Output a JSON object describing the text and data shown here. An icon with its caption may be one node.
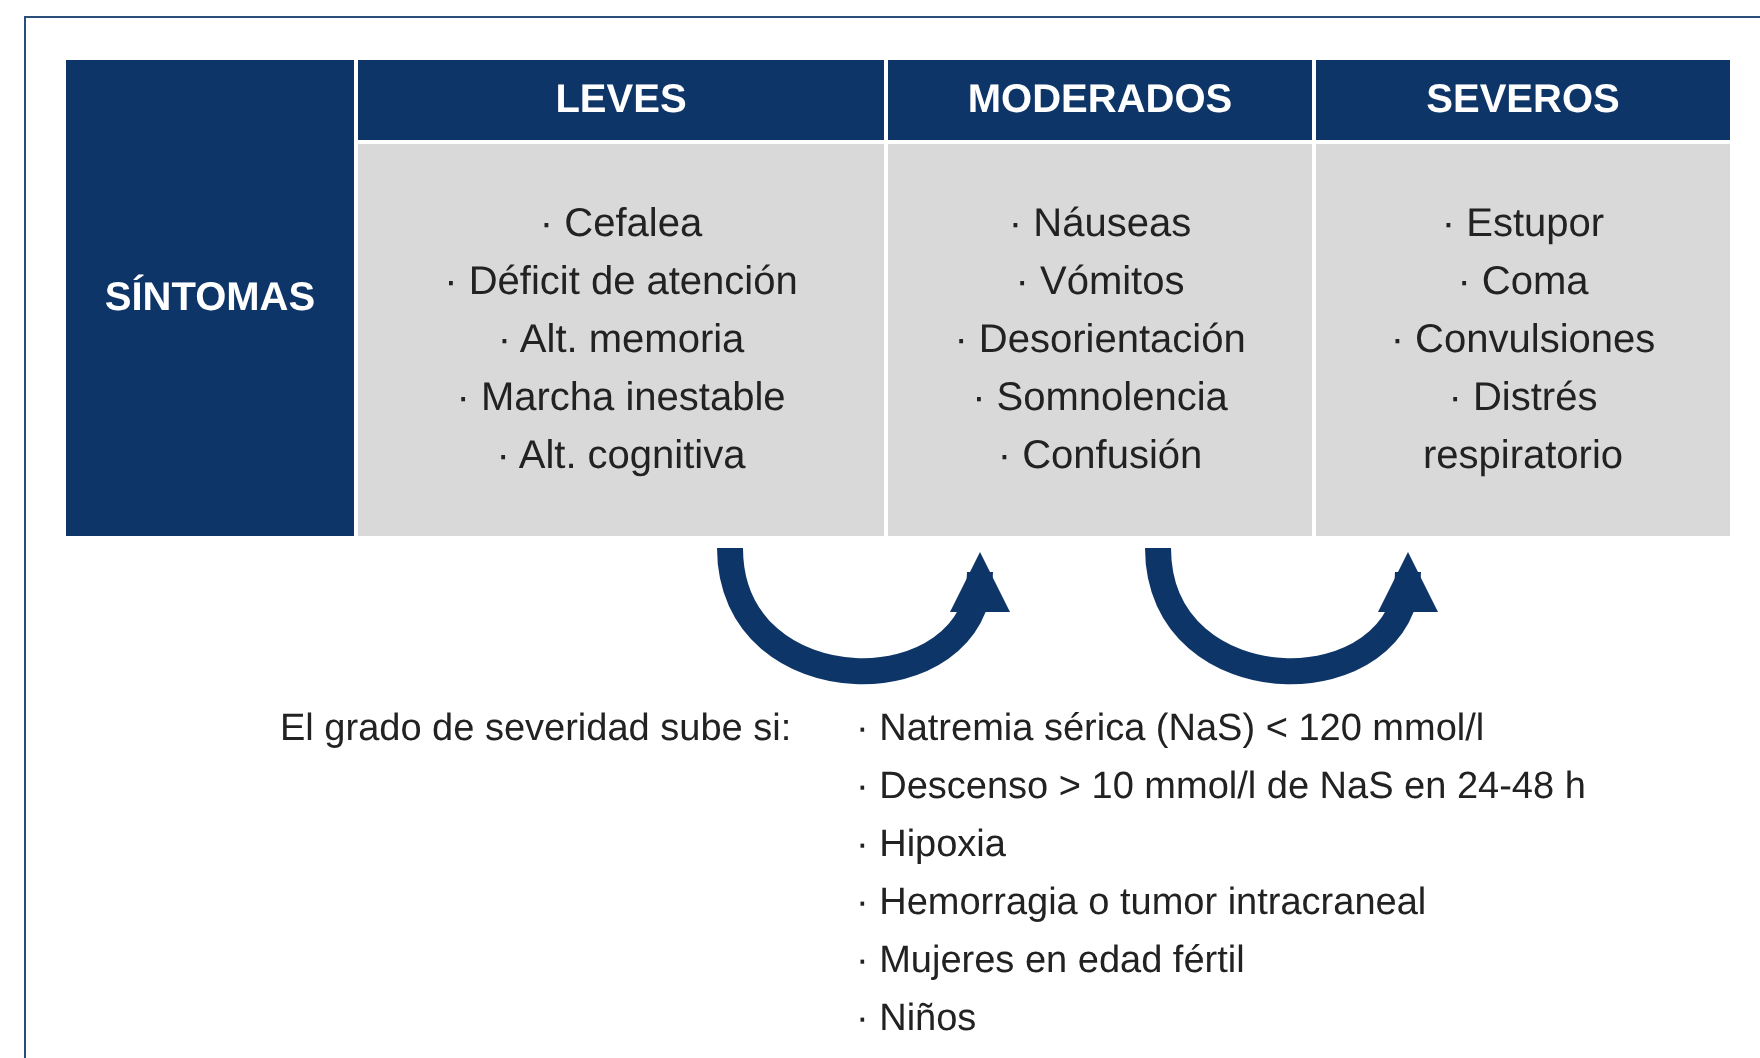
{
  "diagram": {
    "nodes": [
      {
        "text": [
          "SÍNTOMAS"
        ]
      },
      {
        "text": [
          "LEVES"
        ]
      },
      {
        "text": [
          "MODERADOS"
        ]
      },
      {
        "text": [
          "SEVEROS"
        ]
      },
      {
        "text": [
          "· Cefalea",
          "· Déficit de atención",
          "· Alt. memoria",
          "· Marcha inestable",
          "· Alt. cognitiva"
        ]
      },
      {
        "text": [
          "· Náuseas",
          "· Vómitos",
          "· Desorientación",
          "· Somnolencia",
          "· Confusión"
        ]
      },
      {
        "text": [
          "· Estupor",
          "· Coma",
          "· Convulsiones",
          "· Distrés respiratorio"
        ]
      }
    ],
    "edges": [
      {
        "from": 4,
        "to": 5,
        "arrow": "to"
      },
      {
        "from": 5,
        "to": 6,
        "arrow": "to"
      }
    ],
    "labels": [
      "El grado de severidad sube si:",
      "· Natremia sérica (NaS) < 120 mmol/l",
      "· Descenso > 10 mmol/l de NaS en 24-48 h",
      "· Hipoxia",
      "· Hemorragia o tumor intracraneal",
      "· Mujeres en edad fértil",
      "· Niños"
    ]
  }
}
